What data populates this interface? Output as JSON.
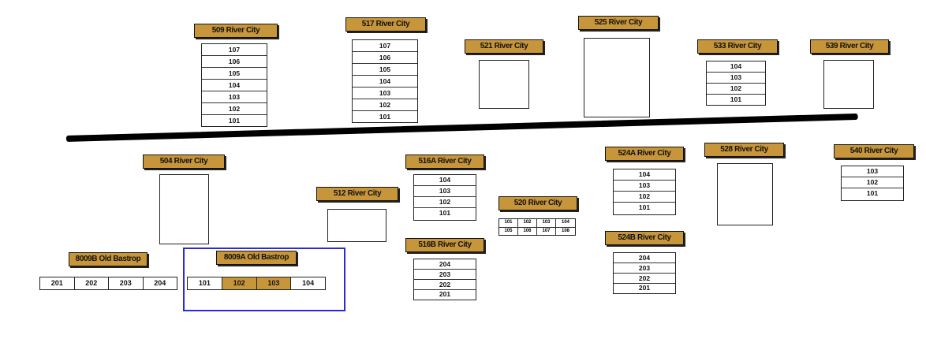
{
  "buildings": {
    "b509": {
      "label": "509 River City",
      "units": [
        "107",
        "106",
        "105",
        "104",
        "103",
        "102",
        "101"
      ]
    },
    "b517": {
      "label": "517 River City",
      "units": [
        "107",
        "106",
        "105",
        "104",
        "103",
        "102",
        "101"
      ]
    },
    "b521": {
      "label": "521 River City"
    },
    "b525": {
      "label": "525 River City"
    },
    "b533": {
      "label": "533 River City",
      "units": [
        "104",
        "103",
        "102",
        "101"
      ]
    },
    "b539": {
      "label": "539 River City"
    },
    "b504": {
      "label": "504 River City"
    },
    "b512": {
      "label": "512 River City"
    },
    "b516a": {
      "label": "516A River City",
      "units": [
        "104",
        "103",
        "102",
        "101"
      ]
    },
    "b516b": {
      "label": "516B River City",
      "units": [
        "204",
        "203",
        "202",
        "201"
      ]
    },
    "b520": {
      "label": "520 River City",
      "units": [
        "101",
        "102",
        "103",
        "104",
        "105",
        "106",
        "107",
        "108"
      ]
    },
    "b524a": {
      "label": "524A River City",
      "units": [
        "104",
        "103",
        "102",
        "101"
      ]
    },
    "b524b": {
      "label": "524B River City",
      "units": [
        "204",
        "203",
        "202",
        "201"
      ]
    },
    "b528": {
      "label": "528 River City"
    },
    "b540": {
      "label": "540 River City",
      "units": [
        "103",
        "102",
        "101"
      ]
    },
    "b8009b": {
      "label": "8009B Old Bastrop",
      "units": [
        "201",
        "202",
        "203",
        "204"
      ]
    },
    "b8009a": {
      "label": "8009A Old Bastrop",
      "units": [
        "101",
        "102",
        "103",
        "104"
      ],
      "highlighted_units": [
        "102",
        "103"
      ]
    }
  },
  "colors": {
    "label_fill": "#c8963a",
    "selection_border": "#2b2bd0",
    "road": "#000000"
  }
}
